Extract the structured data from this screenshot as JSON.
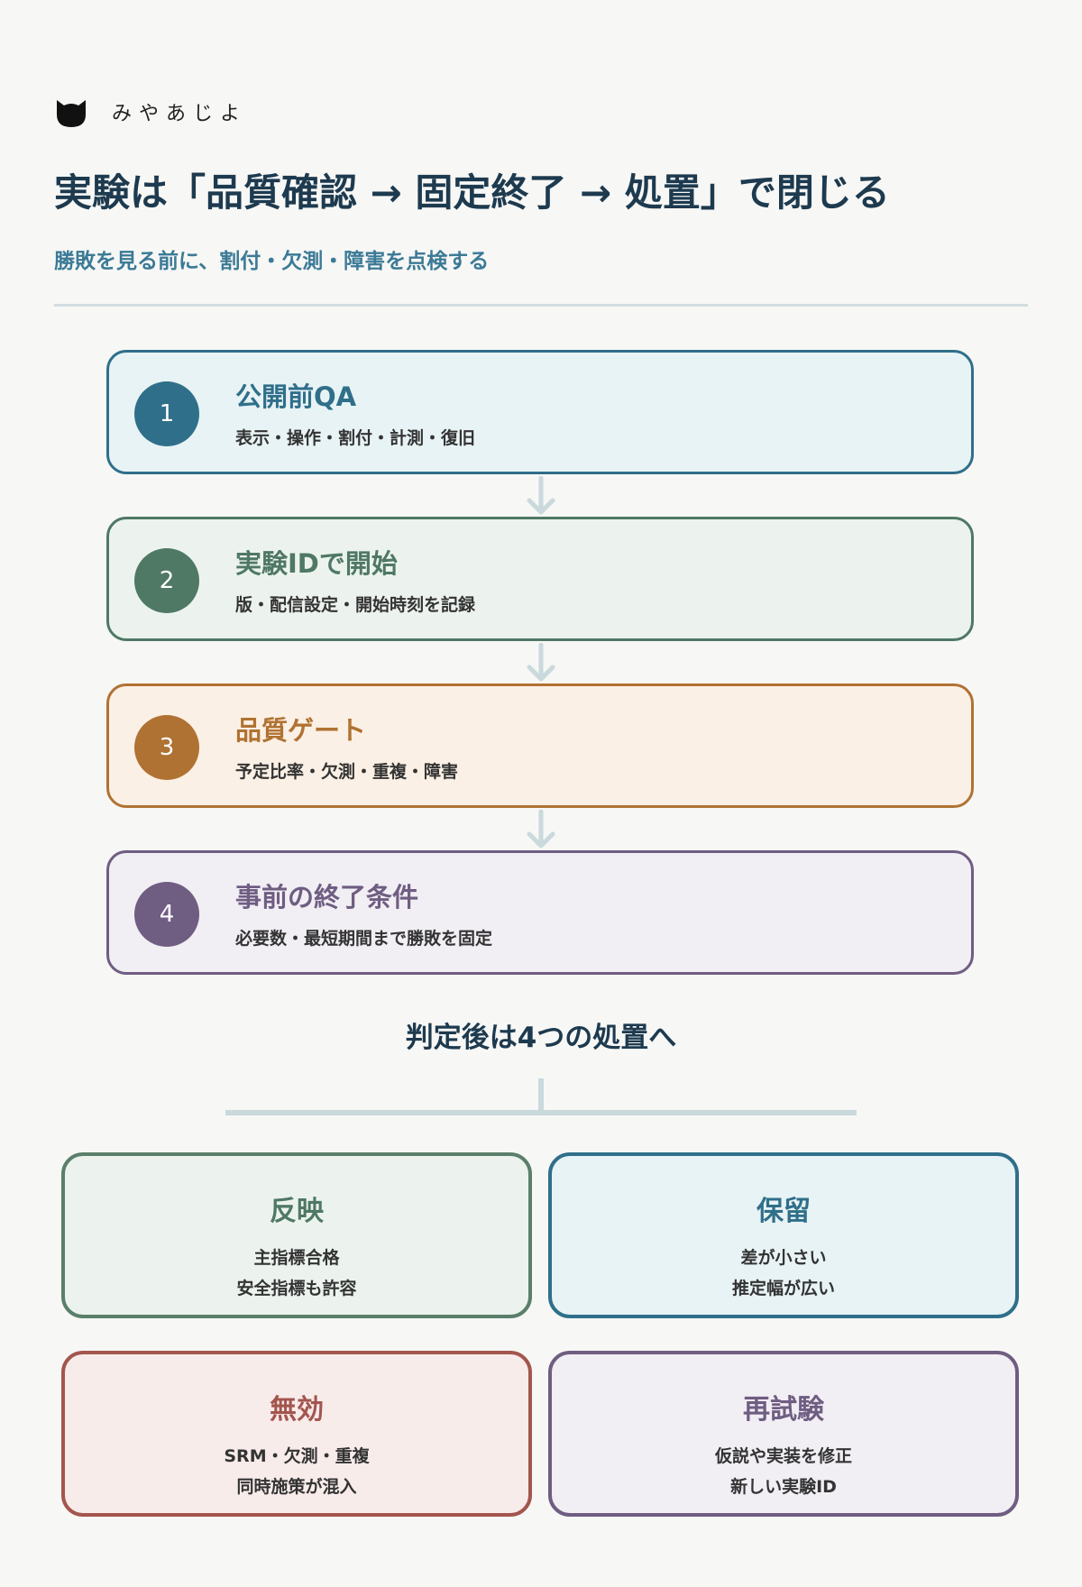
{
  "brand": {
    "name": "みやあじよ",
    "logo_icon": "cat-icon"
  },
  "title": "実験は「品質確認 → 固定終了 → 処置」で閉じる",
  "subtitle": "勝敗を見る前に、割付・欠測・障害を点検する",
  "steps": [
    {
      "number": "1",
      "title": "公開前QA",
      "description": "表示・操作・割付・計測・復旧",
      "color": "#2f6f8a"
    },
    {
      "number": "2",
      "title": "実験IDで開始",
      "description": "版・配信設定・開始時刻を記録",
      "color": "#4f7865"
    },
    {
      "number": "3",
      "title": "品質ゲート",
      "description": "予定比率・欠測・重複・障害",
      "color": "#b07232"
    },
    {
      "number": "4",
      "title": "事前の終了条件",
      "description": "必要数・最短期間まで勝敗を固定",
      "color": "#6f5d82"
    }
  ],
  "section_heading": "判定後は4つの処置へ",
  "outcomes": [
    {
      "title": "反映",
      "line1": "主指標合格",
      "line2": "安全指標も許容",
      "color": "#4f7865"
    },
    {
      "title": "保留",
      "line1": "差が小さい",
      "line2": "推定幅が広い",
      "color": "#2f6f8a"
    },
    {
      "title": "無効",
      "line1": "SRM・欠測・重複",
      "line2": "同時施策が混入",
      "color": "#a3564e"
    },
    {
      "title": "再試験",
      "line1": "仮説や実装を修正",
      "line2": "新しい実験ID",
      "color": "#6f5d82"
    }
  ],
  "connector_color": "#c9d9dc"
}
